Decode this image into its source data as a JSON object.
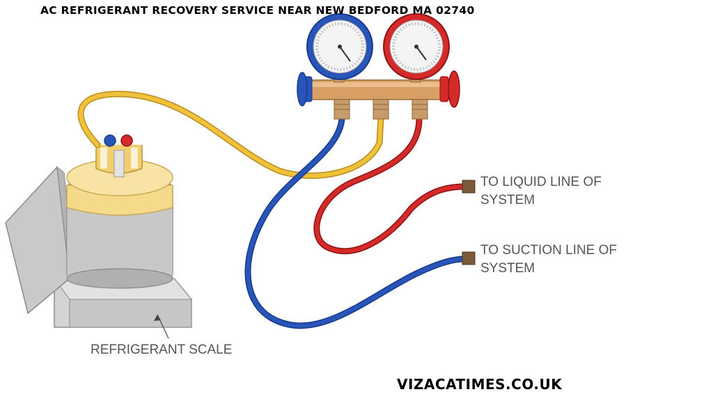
{
  "title": "AC REFRIGERANT RECOVERY SERVICE NEAR NEW BEDFORD MA 02740",
  "footer": "VIZACATIMES.CO.UK",
  "labels": {
    "liquid_line": "TO LIQUID LINE OF\nSYSTEM",
    "suction_line": "TO SUCTION LINE OF\nSYSTEM",
    "scale": "REFRIGERANT SCALE"
  },
  "colors": {
    "low_side_blue": "#2a55b8",
    "high_side_red": "#d42a2a",
    "charging_yellow": "#f0c23a",
    "manifold_brass": "#d9a066",
    "tank_top": "#f7df9a",
    "scale_gray": "#cfcfcf"
  }
}
